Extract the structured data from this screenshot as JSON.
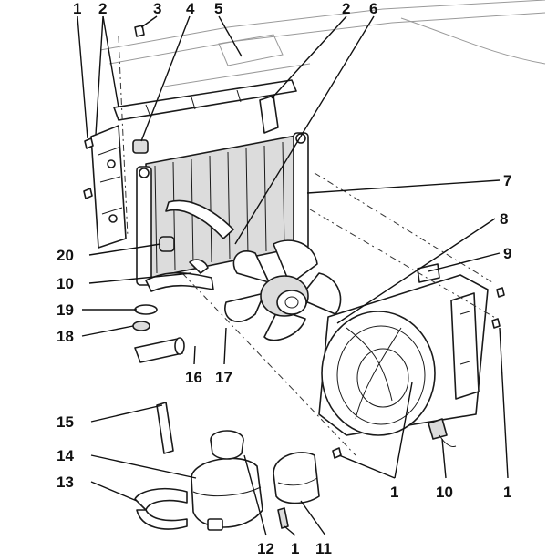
{
  "callouts": {
    "c1_top": "1",
    "c2_left": "2",
    "c3": "3",
    "c4": "4",
    "c5": "5",
    "c2_right": "2",
    "c6": "6",
    "c7": "7",
    "c8": "8",
    "c9": "9",
    "c20": "20",
    "c10_left": "10",
    "c19": "19",
    "c18": "18",
    "c16": "16",
    "c17": "17",
    "c15": "15",
    "c14": "14",
    "c13": "13",
    "c12": "12",
    "c1_bottom_mid": "1",
    "c11": "11",
    "c1_shroud": "1",
    "c10_right": "10",
    "c1_right": "1"
  },
  "colors": {
    "line": "#1a1a1a",
    "fill_gray": "#dcdcdc",
    "background": "#ffffff"
  }
}
